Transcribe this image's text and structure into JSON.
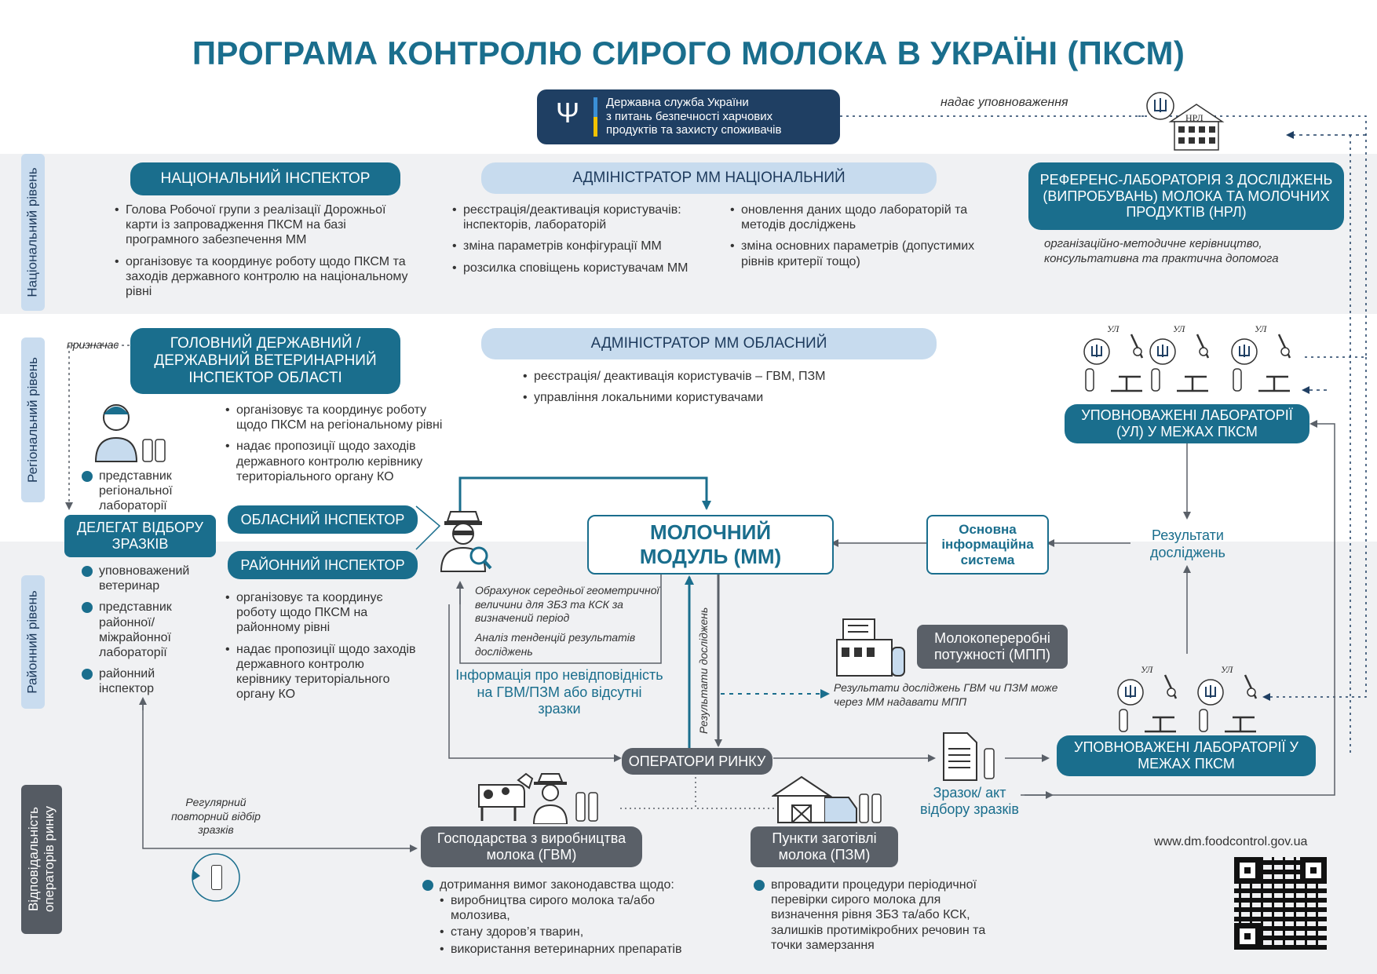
{
  "title": "ПРОГРАМА КОНТРОЛЮ СИРОГО МОЛОКА В УКРАЇНІ (ПКСМ)",
  "gov": {
    "name": "Державна служба України\nз питань безпечності харчових\nпродуктів та захисту споживачів",
    "authorizes": "надає уповноваження",
    "nrl_badge": "НРЛ"
  },
  "levels": {
    "national": "Національний рівень",
    "regional": "Регіональний рівень",
    "district": "Районний рівень",
    "operators": "Відповідальність\nоператорів ринку"
  },
  "national_inspector": {
    "label": "НАЦІОНАЛЬНИЙ ІНСПЕКТОР",
    "items": [
      "Голова Робочої групи з реалізації Дорожньої карти із запровадження ПКСМ на базі програмного забезпечення ММ",
      "організовує та координує роботу щодо ПКСМ та заходів державного контролю на національному рівні"
    ]
  },
  "admin_national": {
    "label": "АДМІНІСТРАТОР ММ НАЦІОНАЛЬНИЙ",
    "items_left": [
      "реєстрація/деактивація користувачів: інспекторів, лабораторій",
      "зміна параметрів конфігурації ММ",
      "розсилка сповіщень користувачам ММ"
    ],
    "items_right": [
      "оновлення даних щодо лабораторій та методів досліджень",
      " зміна основних параметрів (допустимих рівнів критерії тощо)"
    ]
  },
  "nrl": {
    "label": "РЕФЕРЕНС-ЛАБОРАТОРІЯ З ДОСЛІДЖЕНЬ (ВИПРОБУВАНЬ) МОЛОКА ТА МОЛОЧНИХ ПРОДУКТІВ (НРЛ)",
    "note": "організаційно-методичне керівництво, консультативна та практична допомога"
  },
  "assigns": "призначає",
  "regional_inspector": {
    "label": "ГОЛОВНИЙ ДЕРЖАВНИЙ / ДЕРЖАВНИЙ ВЕТЕРИНАРНИЙ ІНСПЕКТОР ОБЛАСТІ",
    "items": [
      "організовує та координує роботу щодо ПКСМ на регіональному рівні",
      "надає пропозиції щодо заходів державного контролю керівнику територіального органу КО"
    ]
  },
  "admin_regional": {
    "label": "АДМІНІСТРАТОР ММ ОБЛАСНИЙ",
    "items": [
      "реєстрація/ деактивація користувачів – ГВМ, ПЗМ",
      "управління локальними користувачами"
    ]
  },
  "lab_badge": "УЛ",
  "labs_top": "УПОВНОВАЖЕНІ ЛАБОРАТОРІЇ (УЛ) У МЕЖАХ ПКСМ",
  "regional_rep": "представник регіональної лабораторії",
  "delegate": {
    "label": "ДЕЛЕГАТ ВІДБОРУ ЗРАЗКІВ",
    "items": [
      "уповноважений ветеринар",
      "представник районної/ міжрайонної лабораторії",
      "районний інспектор"
    ]
  },
  "oblast_inspector": "ОБЛАСНИЙ ІНСПЕКТОР",
  "district_inspector": {
    "label": "РАЙОННИЙ ІНСПЕКТОР",
    "items": [
      "організовує та координує роботу щодо ПКСМ на районному рівні",
      "надає пропозиції щодо заходів державного контролю керівнику територіального органу КО"
    ]
  },
  "dairy_module": "МОЛОЧНИЙ МОДУЛЬ (ММ)",
  "main_system": "Основна інформаційна система",
  "research_results": "Результати досліджень",
  "analysis": {
    "a": "Обрахунок середньої геометричної величини для ЗБЗ та КСК  за визначений період",
    "b": "Аналіз тенденцій результатів досліджень"
  },
  "noncompliance": "Інформація про невідповідність на ГВМ/ПЗМ або відсутні зразки",
  "results_vertical": "Результати досліджень",
  "mpp": {
    "label": "Молокопереробні потужності (МПП)",
    "note": "Результати досліджень ГВМ чи ПЗМ може через ММ надавати МПП"
  },
  "operators": "ОПЕРАТОРИ РИНКУ",
  "sample_act": "Зразок/ акт відбору зразків",
  "labs_bottom": "УПОВНОВАЖЕНІ ЛАБОРАТОРІЇ У МЕЖАХ ПКСМ",
  "regular_sampling": "Регулярний повторний відбір зразків",
  "farms": {
    "label": "Господарства з виробництва  молока (ГВМ)",
    "lead": "дотримання вимог законодавства  щодо:",
    "items": [
      "виробництва сирого молока та/або молозива,",
      "стану здоров’я тварин,",
      "використання ветеринарних препаратів"
    ]
  },
  "collection": {
    "label": "Пункти заготівлі молока (ПЗМ)",
    "items": [
      "впровадити процедури періодичної перевірки сирого молока для визначення рівня ЗБЗ та/або КСК, залишків протимікробних речовин та точки замерзання"
    ]
  },
  "website": "www.dm.foodcontrol.gov.ua",
  "colors": {
    "teal": "#1a6e8d",
    "navy": "#1f3f63",
    "light_blue": "#c7dbee",
    "gray": "#5a6068",
    "title": "#1a6e8d"
  }
}
